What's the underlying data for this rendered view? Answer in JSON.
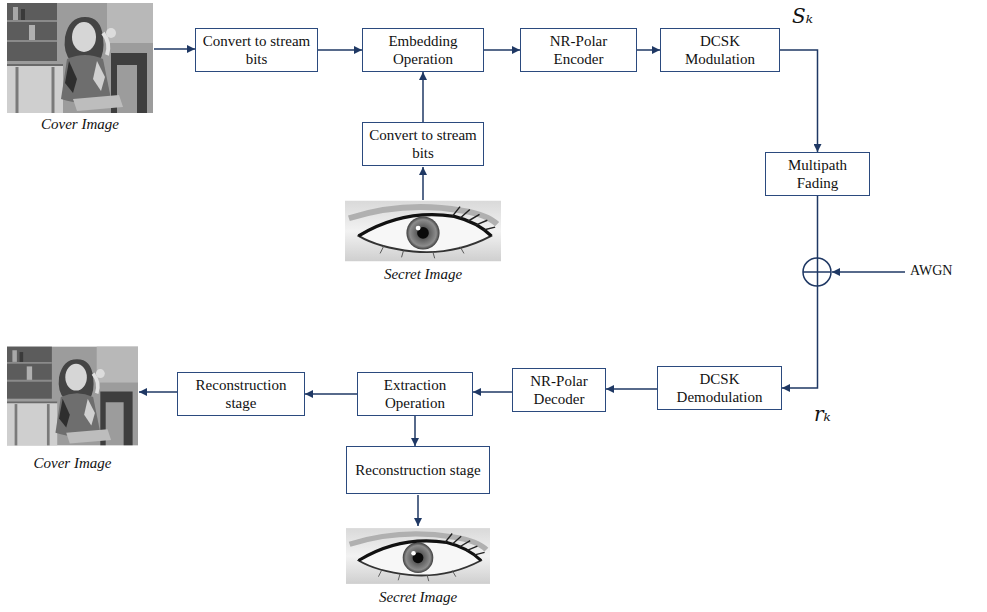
{
  "diagram": {
    "nodes": [
      {
        "text": [
          "Convert to stream bits"
        ]
      },
      {
        "text": [
          "Embedding Operation"
        ]
      },
      {
        "text": [
          "NR-Polar Encoder"
        ]
      },
      {
        "text": [
          "DCSK Modulation"
        ]
      },
      {
        "text": [
          "Convert to stream bits"
        ]
      },
      {
        "text": [
          "Multipath Fading"
        ]
      },
      {
        "text": [
          "DCSK Demodulation"
        ]
      },
      {
        "text": [
          "NR-Polar Decoder"
        ]
      },
      {
        "text": [
          "Extraction Operation"
        ]
      },
      {
        "text": [
          "Reconstruction stage"
        ]
      },
      {
        "text": [
          "Reconstruction stage"
        ]
      }
    ],
    "edges": [
      {
        "from": 0,
        "to": 1,
        "arrow": "to"
      },
      {
        "from": 4,
        "to": 1,
        "arrow": "to"
      },
      {
        "from": 1,
        "to": 2,
        "arrow": "to"
      },
      {
        "from": 2,
        "to": 3,
        "arrow": "to"
      },
      {
        "from": 3,
        "to": 5,
        "arrow": "to"
      },
      {
        "from": 5,
        "to": 6,
        "arrow": "to"
      },
      {
        "from": 6,
        "to": 7,
        "arrow": "to"
      },
      {
        "from": 7,
        "to": 8,
        "arrow": "to"
      },
      {
        "from": 8,
        "to": 9,
        "arrow": "to"
      },
      {
        "from": 8,
        "to": 10,
        "arrow": "to"
      }
    ],
    "labels": [
      "Cover Image",
      "Secret Image",
      "Cover Image",
      "Secret Image",
      "AWGN",
      "Sₖ",
      "rₖ"
    ]
  }
}
